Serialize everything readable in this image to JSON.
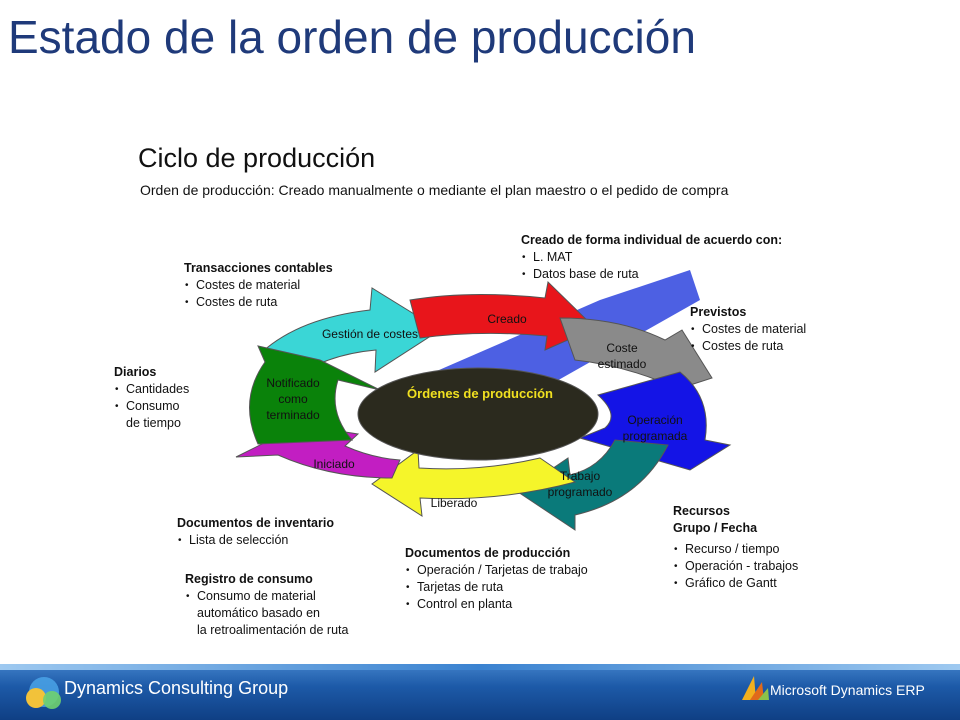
{
  "title": "Estado de la orden de producción",
  "diagram": {
    "heading": "Ciclo de producción",
    "subheading": "Orden de producción: Creado manualmente o mediante el plan maestro o el pedido de compra",
    "center": "Órdenes de producción",
    "stages": [
      {
        "label": "Creado",
        "color": "#e8151b"
      },
      {
        "label_lines": [
          "Coste",
          "estimado"
        ],
        "color": "#8a8a8a"
      },
      {
        "label_lines": [
          "Operación",
          "programada"
        ],
        "color": "#1414e6"
      },
      {
        "label_lines": [
          "Trabajo",
          "programado"
        ],
        "color": "#0a7a7a"
      },
      {
        "label": "Liberado",
        "color": "#f5f52a"
      },
      {
        "label": "Iniciado",
        "color": "#c21ec2"
      },
      {
        "label_lines": [
          "Notificado",
          "como",
          "terminado"
        ],
        "color": "#0a820a"
      },
      {
        "label": "Gestión de costes",
        "color": "#3ad6d6"
      }
    ],
    "notes": {
      "creado": {
        "header": "Creado de forma individual de acuerdo con:",
        "items": [
          "L. MAT",
          "Datos base de ruta"
        ]
      },
      "previstos": {
        "header": "Previstos",
        "items": [
          "Costes de material",
          "Costes de ruta"
        ]
      },
      "transacciones": {
        "header": "Transacciones contables",
        "items": [
          "Costes de material",
          "Costes de ruta"
        ]
      },
      "diarios": {
        "header": "Diarios",
        "items": [
          "Cantidades",
          "Consumo"
        ],
        "continuation": "de tiempo"
      },
      "documentos_inventario": {
        "header": "Documentos de inventario",
        "items": [
          "Lista de selección"
        ]
      },
      "registro_consumo": {
        "header": "Registro de consumo",
        "items": [
          "Consumo de material"
        ],
        "continuation_lines": [
          "automático basado en",
          "la retroalimentación de ruta"
        ]
      },
      "documentos_produccion": {
        "header": "Documentos de producción",
        "items": [
          "Operación / Tarjetas de trabajo",
          "Tarjetas de ruta",
          "Control en planta"
        ]
      },
      "recursos": {
        "header_lines": [
          "Recursos",
          "Grupo / Fecha"
        ],
        "items": [
          "Recurso / tiempo",
          "Operación - trabajos",
          "Gráfico de Gantt"
        ]
      }
    }
  },
  "footer": {
    "company": "Dynamics Consulting Group",
    "brand": "Microsoft Dynamics ERP"
  }
}
